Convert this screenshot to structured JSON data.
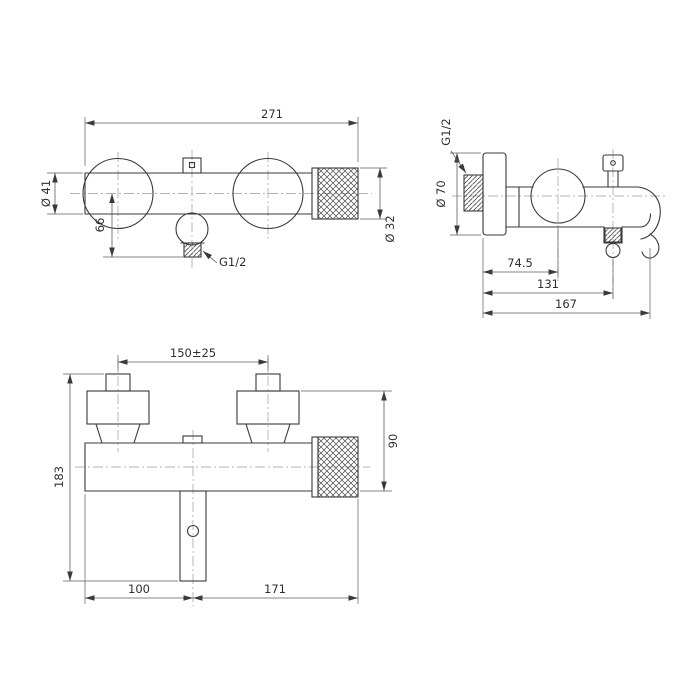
{
  "drawing": {
    "front_view": {
      "overall_width": "271",
      "body_diameter": "Ø 41",
      "spout_drop": "66",
      "outlet_thread": "G1/2",
      "handle_diameter": "Ø 32"
    },
    "side_view": {
      "inlet_thread": "G1/2",
      "flange_diameter": "Ø 70",
      "handle_depth": "74.5",
      "spout_depth": "131",
      "total_depth": "167"
    },
    "lower_view": {
      "inlet_spacing": "150±25",
      "body_height": "90",
      "total_height": "183",
      "spout_offset": "100",
      "body_length": "171"
    }
  }
}
